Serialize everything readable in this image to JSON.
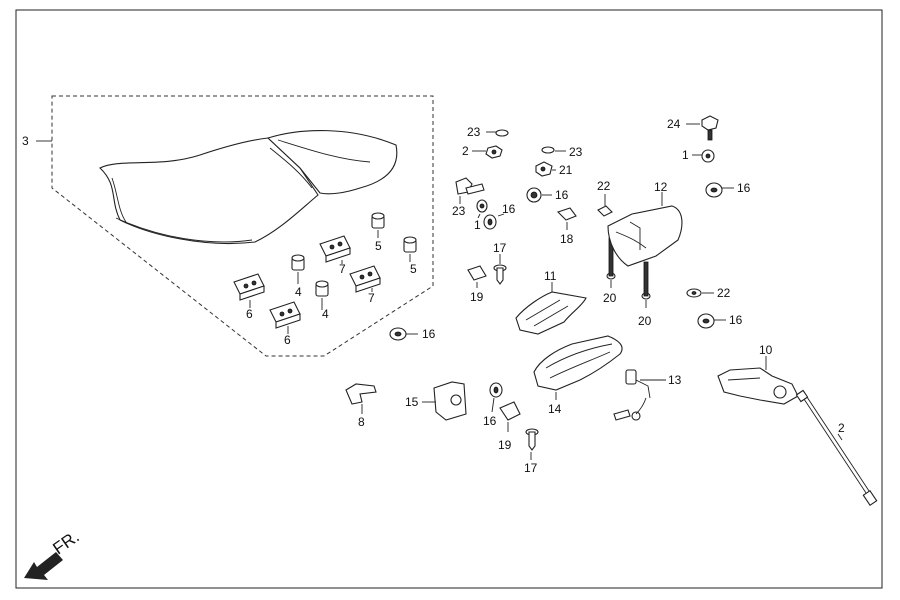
{
  "direction": {
    "label": "FR."
  },
  "callouts": {
    "c1a": "1",
    "c1b": "1",
    "c2a": "2",
    "c2b": "2",
    "c3": "3",
    "c4a": "4",
    "c4b": "4",
    "c5a": "5",
    "c5b": "5",
    "c6a": "6",
    "c6b": "6",
    "c7a": "7",
    "c7b": "7",
    "c8": "8",
    "c10": "10",
    "c11": "11",
    "c12": "12",
    "c13": "13",
    "c14": "14",
    "c15": "15",
    "c16a": "16",
    "c16b": "16",
    "c16c": "16",
    "c16d": "16",
    "c16e": "16",
    "c16f": "16",
    "c17a": "17",
    "c17b": "17",
    "c18": "18",
    "c19a": "19",
    "c19b": "19",
    "c20a": "20",
    "c20b": "20",
    "c21": "21",
    "c22a": "22",
    "c22b": "22",
    "c23a": "23",
    "c23b": "23",
    "c23c": "23",
    "c24": "24"
  }
}
